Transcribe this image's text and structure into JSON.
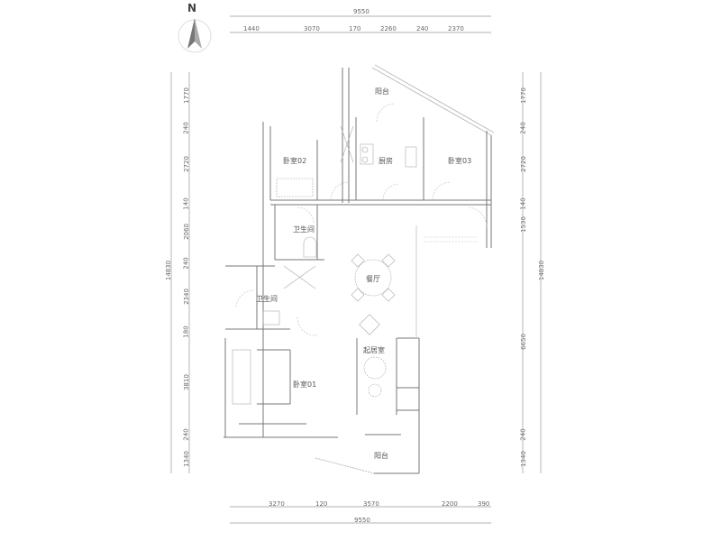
{
  "compass": {
    "label": "N"
  },
  "top_dimensions": {
    "total": "9550",
    "segments": [
      "1440",
      "3070",
      "170",
      "2260",
      "240",
      "2370"
    ]
  },
  "bottom_dimensions": {
    "total": "9550",
    "segments": [
      "3270",
      "120",
      "3570",
      "2200",
      "390"
    ]
  },
  "left_dimensions": {
    "total": "14830",
    "segments": [
      "1770",
      "240",
      "2720",
      "140",
      "2060",
      "240",
      "2340",
      "180",
      "3810",
      "240",
      "1340"
    ]
  },
  "right_dimensions": {
    "total": "14830",
    "segments": [
      "1770",
      "240",
      "2720",
      "140",
      "1530",
      "6650",
      "240",
      "1340"
    ]
  },
  "rooms": {
    "balcony_north": "阳台",
    "kitchen": "厨房",
    "bedroom02": "卧室02",
    "bedroom03": "卧室03",
    "bathroom_upper": "卫生间",
    "dining": "餐厅",
    "bathroom_lower": "卫生间",
    "living": "起居室",
    "bedroom01": "卧室01",
    "balcony_south": "阳台"
  },
  "colors": {
    "wall": "#777777",
    "thin": "#aaaaaa",
    "text": "#555555"
  }
}
